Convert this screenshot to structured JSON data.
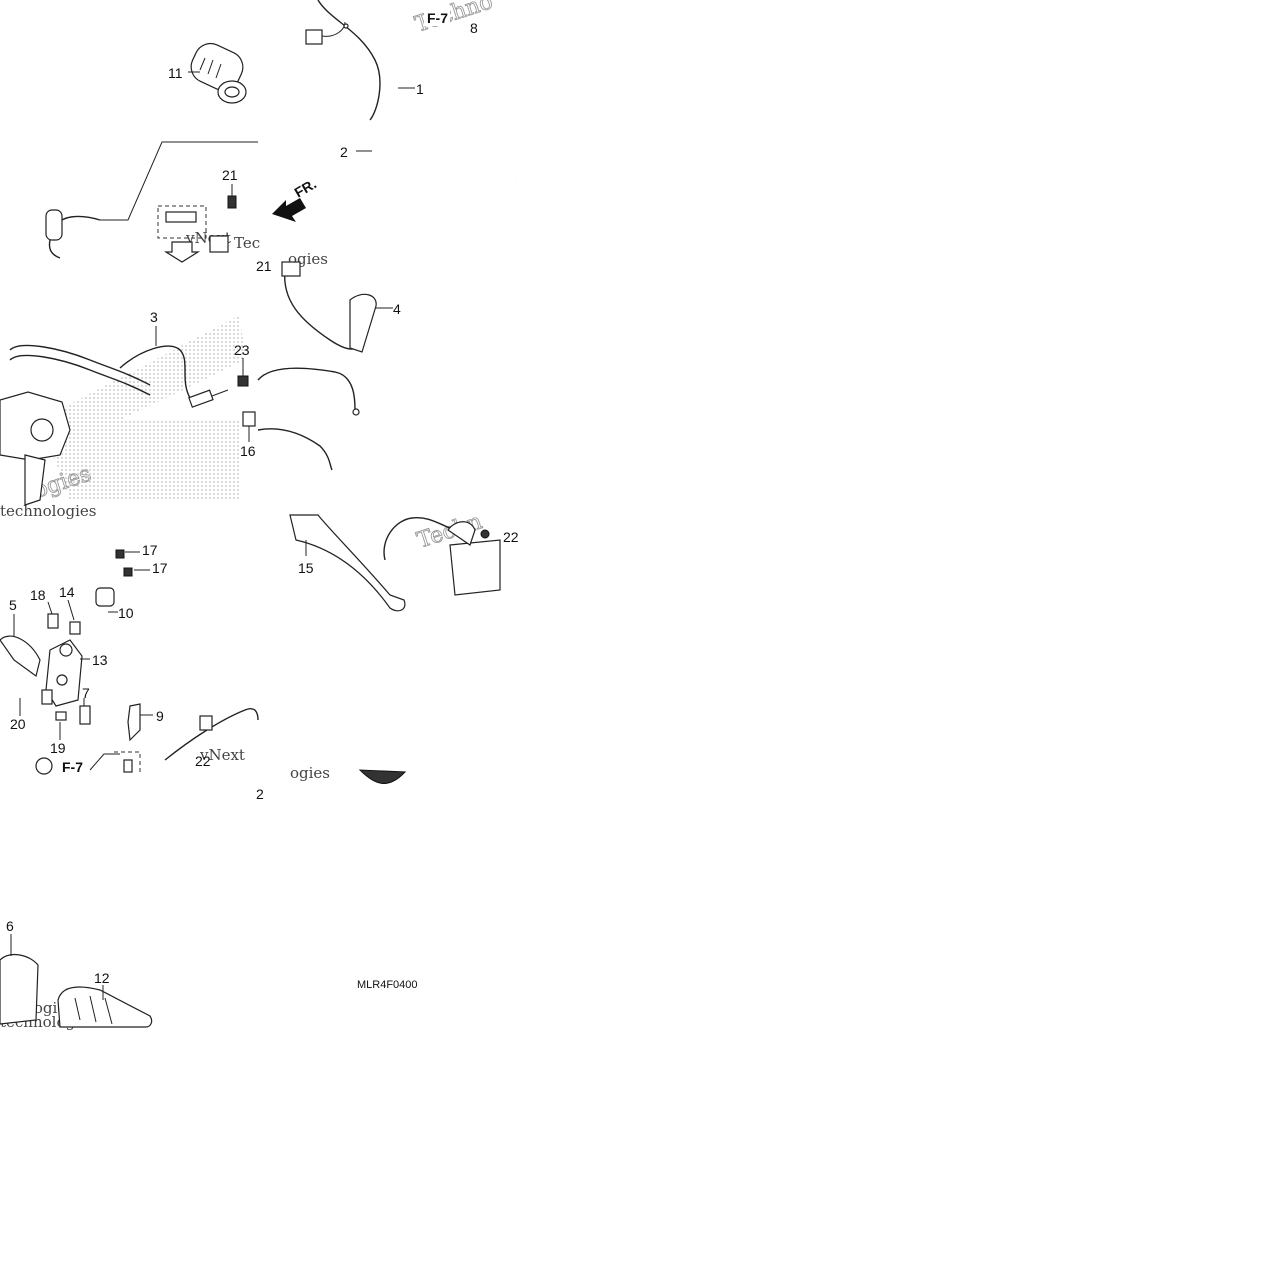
{
  "diagram": {
    "drawing_code": "MLR4F0400",
    "front_indicator": "FR.",
    "ref_marks": [
      "F-7",
      "F-7"
    ],
    "callouts": [
      "1",
      "2",
      "2",
      "3",
      "4",
      "5",
      "6",
      "7",
      "8",
      "9",
      "10",
      "11",
      "12",
      "13",
      "14",
      "15",
      "16",
      "17",
      "17",
      "18",
      "19",
      "20",
      "21",
      "21",
      "22",
      "22",
      "23"
    ],
    "watermarks": [
      "Techno",
      "vNext",
      "Tec",
      "Techn",
      "ogies",
      "logies",
      "technologies",
      "technologies",
      "ogies",
      "vNext",
      "ologies"
    ]
  }
}
